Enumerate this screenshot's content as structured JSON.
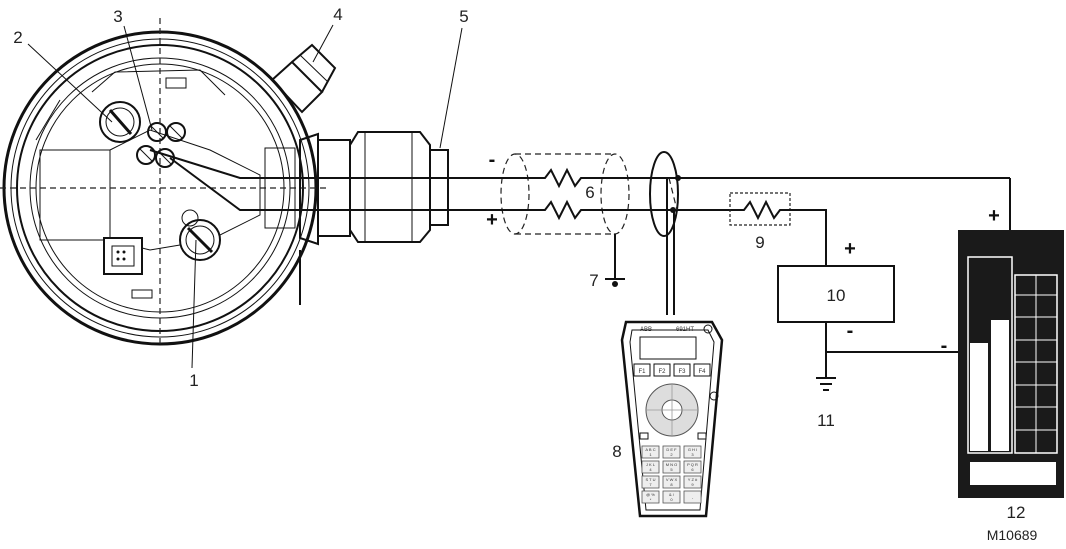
{
  "labels": {
    "l1": "1",
    "l2": "2",
    "l3": "3",
    "l4": "4",
    "l5": "5",
    "l6": "6",
    "l7": "7",
    "l8": "8",
    "l9": "9",
    "l10": "10",
    "l11": "11",
    "l12": "12"
  },
  "polarity": {
    "cable_minus": "-",
    "cable_plus": "+",
    "supply_plus": "+",
    "supply_minus": "-",
    "recorder_plus": "+",
    "recorder_minus": "-"
  },
  "drawing_number": "M10689",
  "handheld": {
    "brand": "ABB",
    "model": "691HT",
    "fkeys": [
      "F1",
      "F2",
      "F3",
      "F4"
    ],
    "keypad": [
      [
        "A B C\n1",
        "D E F\n2",
        "G H I\n3"
      ],
      [
        "J K L\n4",
        "M N O\n5",
        "P Q R\n6"
      ],
      [
        "S T U\n7",
        "V W X\n8",
        "Y Z #\n9"
      ],
      [
        "@ %\n*",
        "& /\n0",
        "-"
      ]
    ]
  },
  "colors": {
    "line": "#111111",
    "recorder_body": "#1a1a1a",
    "background": "#ffffff"
  }
}
